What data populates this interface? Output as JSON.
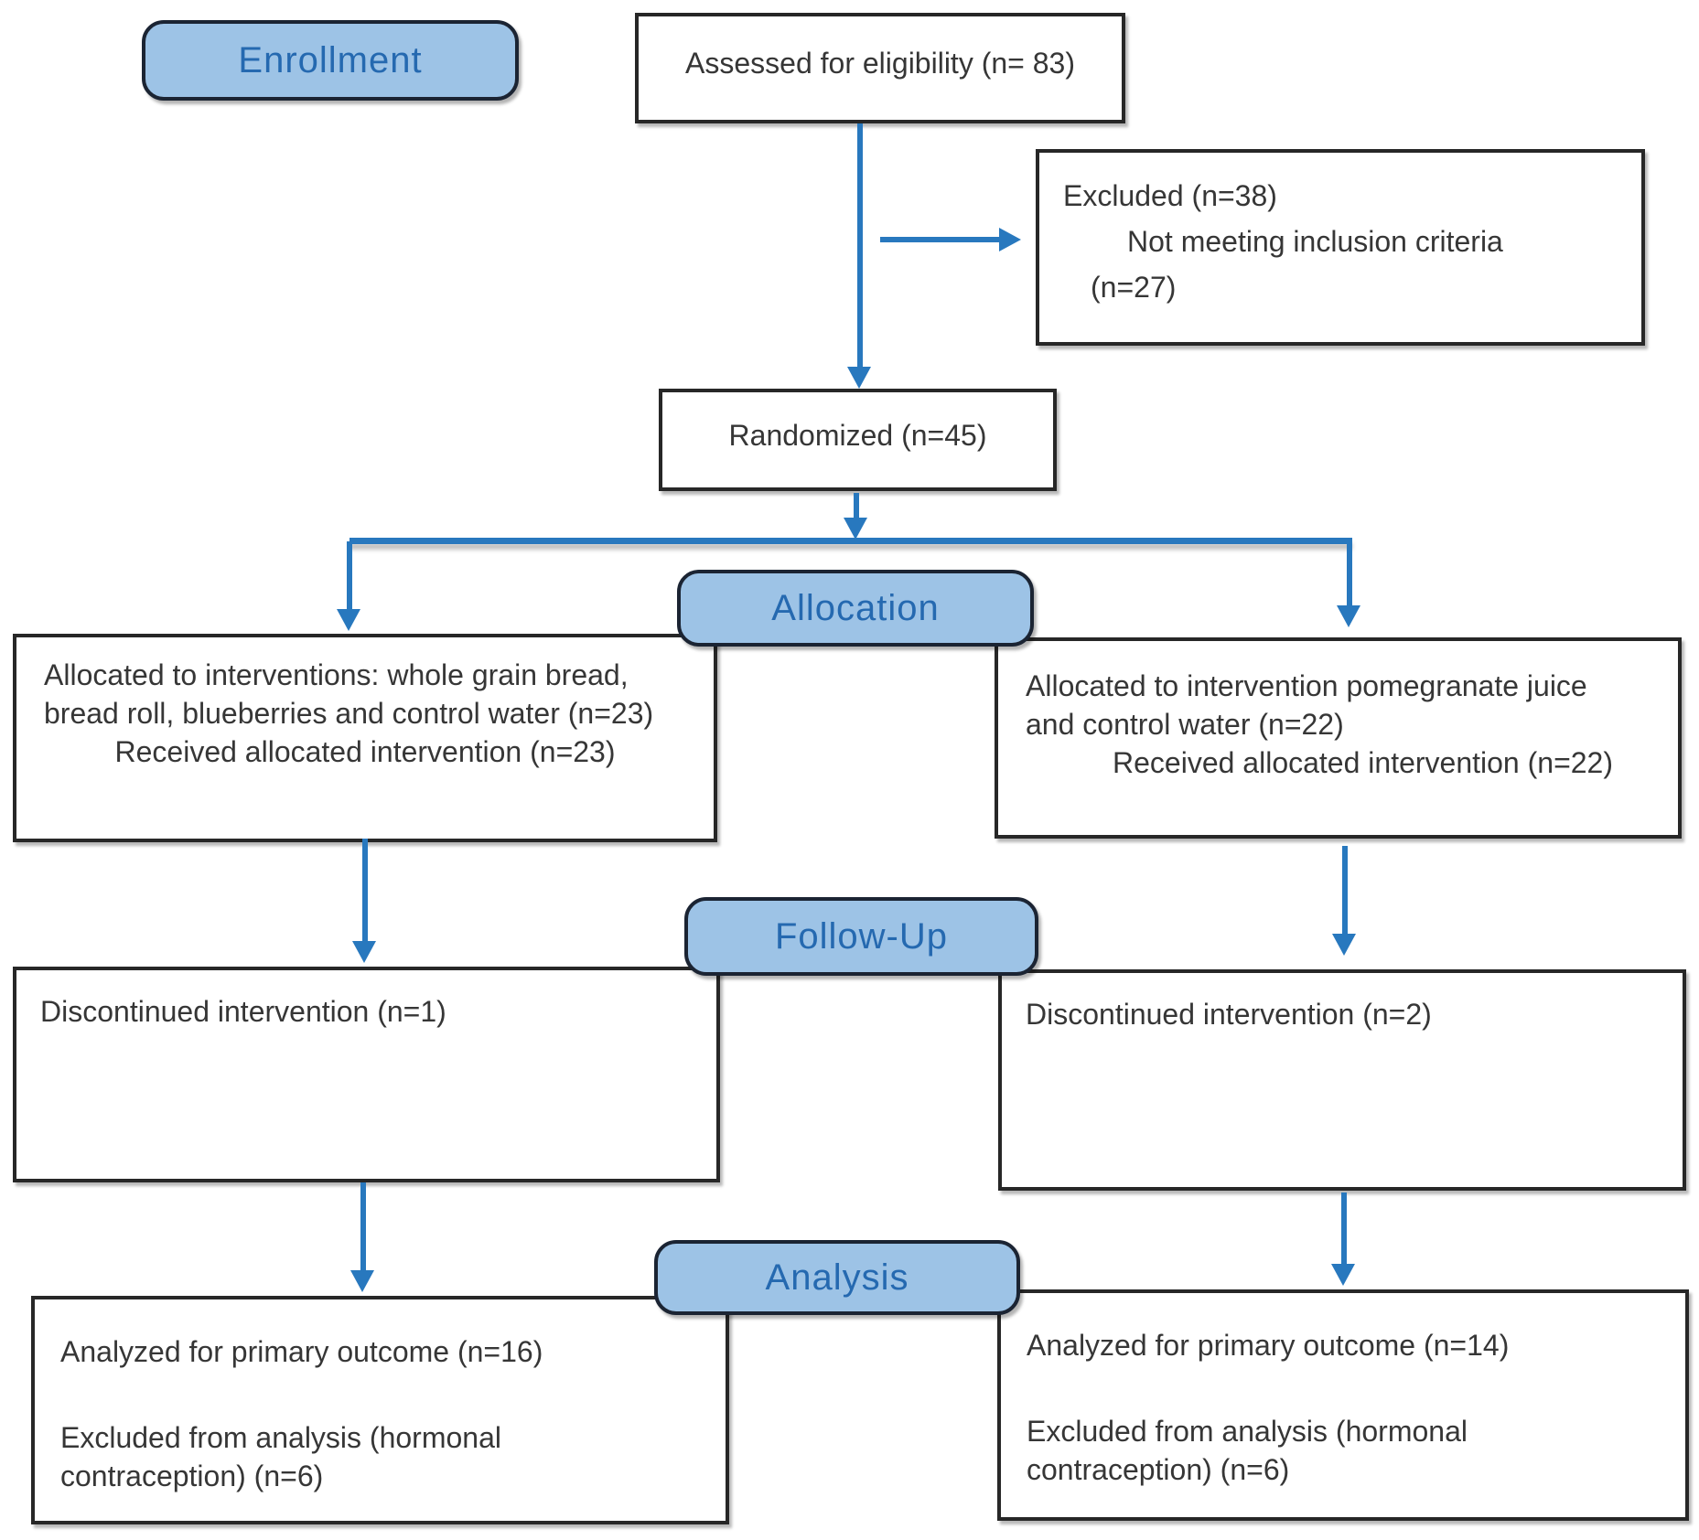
{
  "diagram": {
    "title_semantics": "CONSORT participant flow diagram",
    "stages": {
      "enrollment": "Enrollment",
      "allocation": "Allocation",
      "followup": "Follow-Up",
      "analysis": "Analysis"
    },
    "boxes": {
      "assessed": {
        "text": "Assessed for eligibility (n= 83)"
      },
      "excluded": {
        "lines": [
          "Excluded (n=38)",
          "Not meeting inclusion criteria",
          "(n=27)"
        ]
      },
      "randomized": {
        "text": "Randomized (n=45)"
      },
      "alloc_left": {
        "lines": [
          "Allocated to interventions: whole grain bread,",
          "bread roll, blueberries and control water (n=23)"
        ],
        "received": "Received allocated intervention (n=23)"
      },
      "alloc_right": {
        "lines": [
          "Allocated to intervention pomegranate juice",
          "and control water (n=22)"
        ],
        "received": "Received allocated intervention (n=22)"
      },
      "followup_left": {
        "text": "Discontinued intervention (n=1)"
      },
      "followup_right": {
        "text": "Discontinued intervention (n=2)"
      },
      "analysis_left": {
        "line1": "Analyzed for primary outcome (n=16)",
        "line2a": "Excluded from analysis (hormonal",
        "line2b": "contraception) (n=6)"
      },
      "analysis_right": {
        "line1": "Analyzed for primary outcome (n=14)",
        "line2a": "Excluded from analysis (hormonal",
        "line2b": "contraception) (n=6)"
      }
    },
    "colors": {
      "stage_fill": "#9DC3E6",
      "stage_text": "#2569B0",
      "stage_border": "#1B2433",
      "arrow": "#2878BE",
      "box_border": "#272727",
      "body_text": "#363636"
    }
  }
}
